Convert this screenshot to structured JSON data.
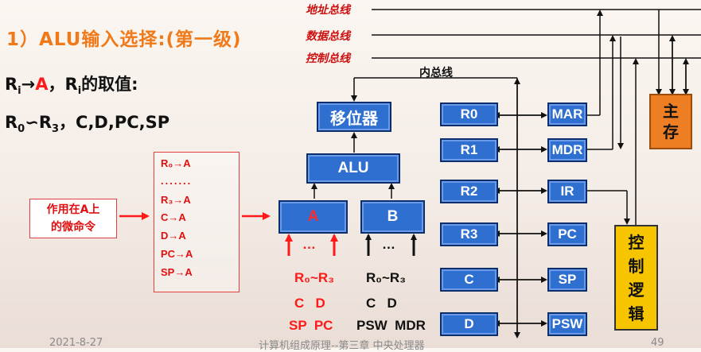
{
  "header": {
    "title": "1）ALU输入选择:(第一级)",
    "line1_pre": "R",
    "line1_sub": "i",
    "line1_arrow": "→",
    "line1_A": "A",
    "line1_mid": "，R",
    "line1_sub2": "i",
    "line1_post": "的取值:",
    "line2_r0": "R",
    "line2_r0sub": "0",
    "line2_sym": "∽",
    "line2_r3": "R",
    "line2_r3sub": "3",
    "line2_rest": "，C,D,PC,SP"
  },
  "buses": {
    "address": "地址总线",
    "data": "数据总线",
    "control": "控制总线",
    "internal": "内总线"
  },
  "units": {
    "shifter": "移位器",
    "alu": "ALU",
    "a": "A",
    "b": "B",
    "memory": [
      "主",
      "存"
    ],
    "control_logic": [
      "控",
      "制",
      "逻",
      "辑"
    ]
  },
  "left_registers": [
    "R0",
    "R1",
    "R2",
    "R3",
    "C",
    "D"
  ],
  "right_registers": [
    "MAR",
    "MDR",
    "IR",
    "PC",
    "SP",
    "PSW"
  ],
  "commands": {
    "action": [
      "作用在A上",
      "的微命令"
    ],
    "items": [
      "R₀→A",
      ".......",
      "R₃→A",
      "C→A",
      "D→A",
      "PC→A",
      "SP→A"
    ]
  },
  "sources_a": {
    "dots": "…",
    "row1": "R₀~R₃",
    "row2": "C   D",
    "row3": "SP  PC"
  },
  "sources_b": {
    "dots": "…",
    "row1": "R₀~R₃",
    "row2": "C   D",
    "row3": "PSW  MDR"
  },
  "footer": {
    "date": "2021-8-27",
    "course": "计算机组成原理--第三章 中央处理器",
    "page": "49"
  },
  "colors": {
    "title": "#f07a1a",
    "register_fill": "#2f6fd0",
    "memory_fill": "#ee7e24",
    "control_fill": "#f7c400",
    "command_red": "#e01010"
  }
}
